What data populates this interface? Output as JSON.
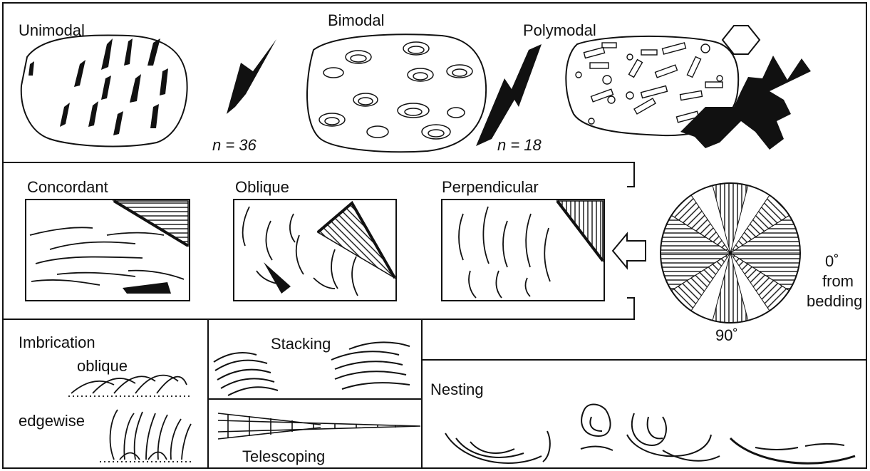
{
  "top": {
    "unimodal": "Unimodal",
    "bimodal": "Bimodal",
    "polymodal": "Polymodal",
    "n_unimodal": "n = 36",
    "n_bimodal": "n = 18"
  },
  "middle": {
    "concordant": "Concordant",
    "oblique": "Oblique",
    "perpendicular": "Perpendicular"
  },
  "rose": {
    "zero": "0˚",
    "from": "from",
    "bedding": "bedding",
    "ninety": "90˚"
  },
  "bottom": {
    "imbrication": "Imbrication",
    "oblique": "oblique",
    "edgewise": "edgewise",
    "stacking": "Stacking",
    "telescoping": "Telescoping",
    "nesting": "Nesting"
  },
  "colors": {
    "ink": "#111111",
    "paper": "#ffffff"
  }
}
